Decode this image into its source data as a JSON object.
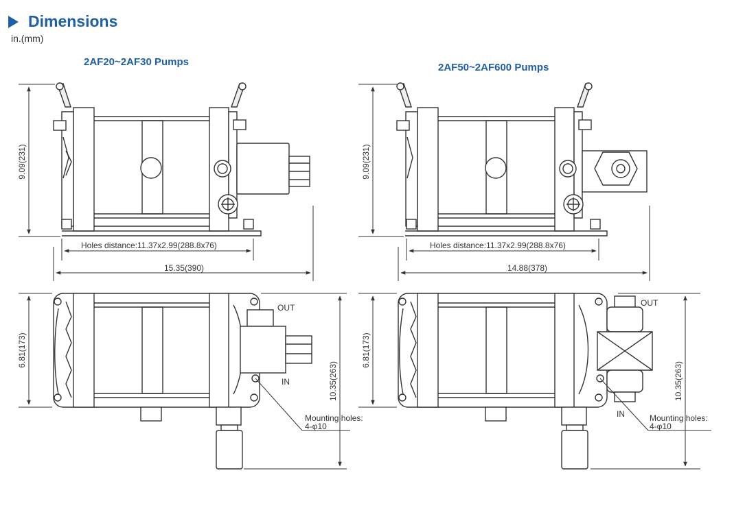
{
  "header": {
    "title": "Dimensions",
    "unit": "in.(mm)"
  },
  "left": {
    "title": "2AF20~2AF30 Pumps",
    "height_dim": "9.09(231)",
    "holes_distance": "Holes distance:11.37x2.99(288.8x76)",
    "length_dim": "15.35(390)",
    "width_dim": "6.81(173)",
    "total_height": "10.35(263)",
    "out_label": "OUT",
    "in_label": "IN",
    "mounting_1": "Mounting holes:",
    "mounting_2": "4-φ10"
  },
  "right": {
    "title": "2AF50~2AF600 Pumps",
    "height_dim": "9.09(231)",
    "holes_distance": "Holes distance:11.37x2.99(288.8x76)",
    "length_dim": "14.88(378)",
    "width_dim": "6.81(173)",
    "total_height": "10.35(263)",
    "out_label": "OUT",
    "in_label": "IN",
    "mounting_1": "Mounting holes:",
    "mounting_2": "4-φ10"
  },
  "colors": {
    "accent": "#1f5fa8",
    "line": "#333333"
  }
}
